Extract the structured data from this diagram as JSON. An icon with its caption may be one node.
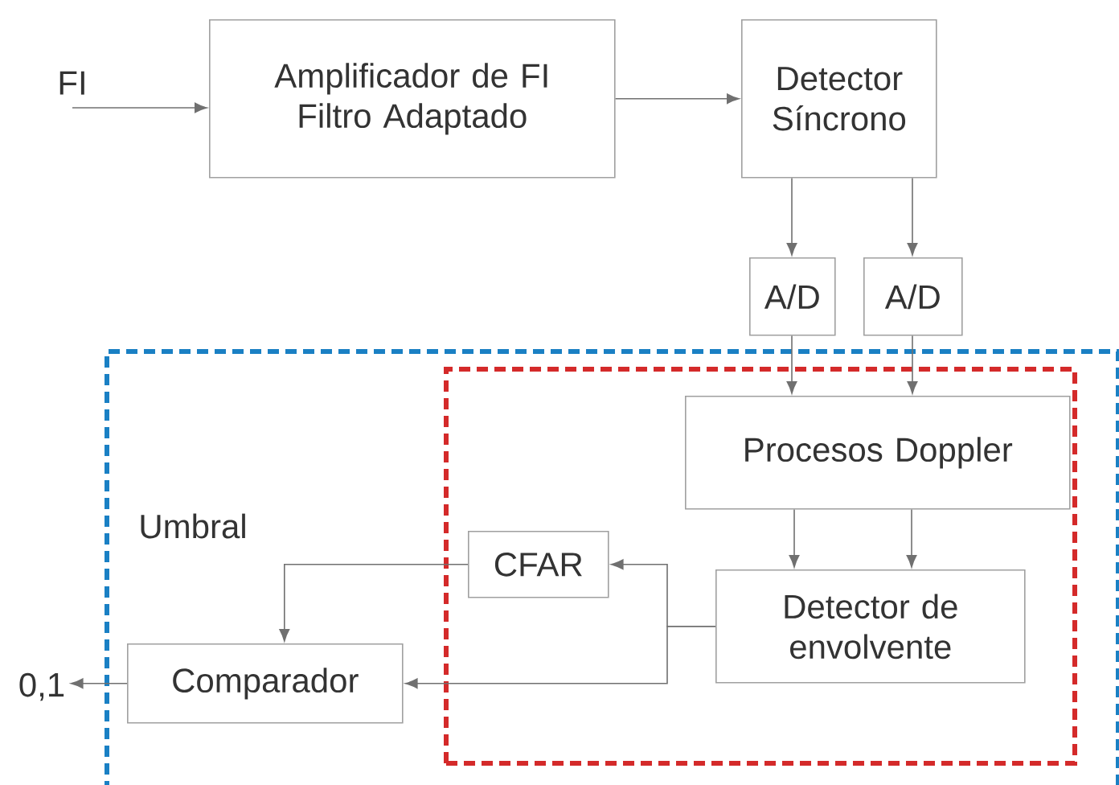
{
  "diagram": {
    "nodes": [
      {
        "text": [
          "FI"
        ]
      },
      {
        "text": [
          "Amplificador de FI Filtro Adaptado"
        ]
      },
      {
        "text": [
          "Detector Síncrono"
        ]
      },
      {
        "text": [
          "A/D"
        ]
      },
      {
        "text": [
          "A/D"
        ]
      },
      {
        "text": [],
        "shape": "box"
      },
      {
        "text": [],
        "shape": "box",
        "in": 5
      },
      {
        "text": [
          "Procesos Doppler"
        ],
        "in": 6
      },
      {
        "text": [
          "CFAR"
        ],
        "in": 6
      },
      {
        "text": [
          "Detector de envolvente"
        ],
        "in": 6
      },
      {
        "text": [
          "Comparador"
        ],
        "in": 5
      },
      {
        "text": [
          "0,1"
        ]
      }
    ],
    "edges": [
      {
        "from": 0,
        "to": 1,
        "arrow": "to"
      },
      {
        "from": 1,
        "to": 2,
        "arrow": "to"
      },
      {
        "from": 2,
        "to": 3,
        "arrow": "to"
      },
      {
        "from": 2,
        "to": 4,
        "arrow": "to"
      },
      {
        "from": 3,
        "to": 7,
        "arrow": "to"
      },
      {
        "from": 4,
        "to": 7,
        "arrow": "to"
      },
      {
        "from": 7,
        "to": 9,
        "arrow": "to"
      },
      {
        "from": 7,
        "to": 9,
        "arrow": "to"
      },
      {
        "from": 9,
        "to": 8,
        "arrow": "to"
      },
      {
        "from": 9,
        "to": 10,
        "arrow": "to"
      },
      {
        "from": 8,
        "to": 10,
        "arrow": "to"
      },
      {
        "from": 10,
        "to": 11,
        "arrow": "to"
      }
    ],
    "labels": [
      "Umbral"
    ]
  }
}
